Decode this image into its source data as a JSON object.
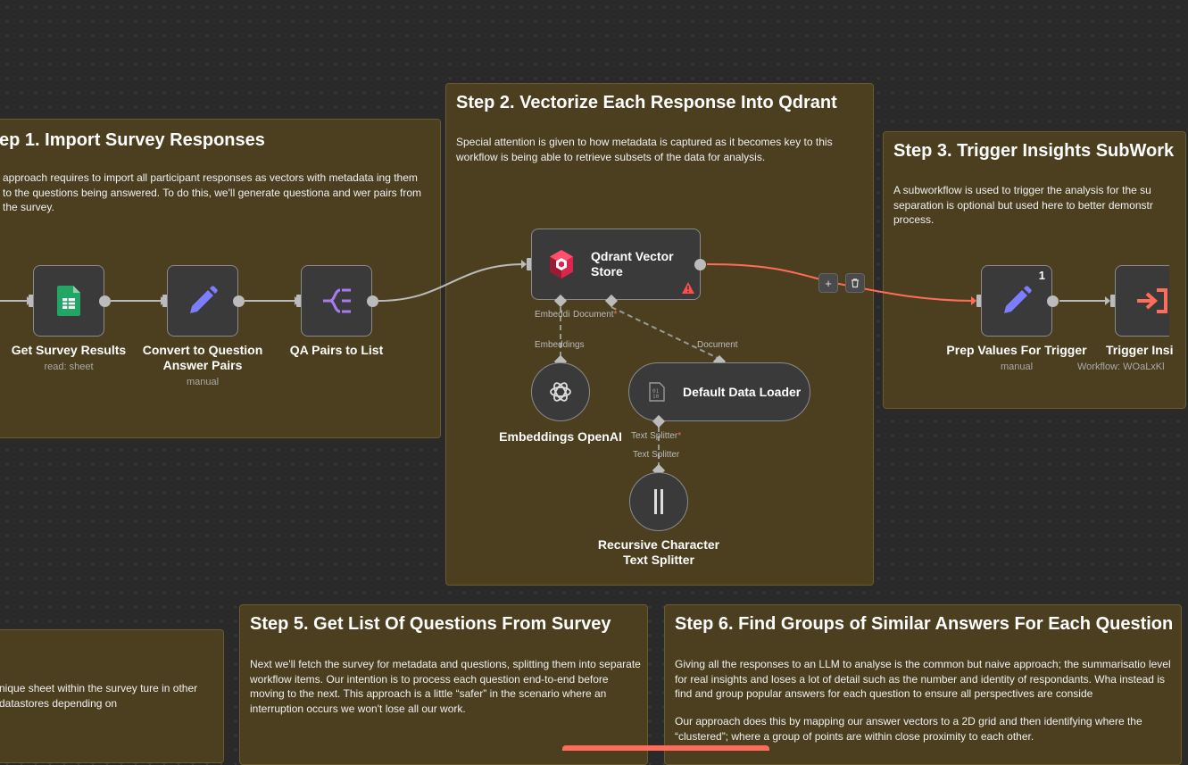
{
  "sticky_notes": {
    "step1": {
      "title": "ep 1. Import Survey Responses",
      "body": "approach requires to import all participant responses as vectors with metadata ing them to the questions being answered. To do this, we'll generate questiona and wer pairs from the survey."
    },
    "step2": {
      "title": "Step 2. Vectorize Each Response Into Qdrant",
      "body": "Special attention is given to how metadata is captured as it becomes key to this workflow is being able to retrieve subsets of the data for analysis."
    },
    "step3": {
      "title": "Step 3. Trigger Insights SubWork",
      "body": "A subworkflow is used to trigger the analysis for the su separation is optional but used here to better demonstr process."
    },
    "step4": {
      "body": "nique sheet within the survey ture in other datastores depending on"
    },
    "step5": {
      "title": "Step 5. Get List Of Questions From Survey",
      "body": "Next we'll fetch the survey for metadata and questions, splitting them into separate workflow items. Our intention is to process each question end-to-end before moving to the next. This approach is a little “safer” in the scenario where an interruption occurs we won't lose all our work."
    },
    "step6": {
      "title": "Step 6. Find Groups of Similar Answers For Each Question",
      "body1": "Giving all the responses to an LLM to analyse is the common but naive approach; the summarisatio level for real insights and loses a lot of detail such as the number and identity of respondants. Wha instead is find and group popular answers for each question to ensure all perspectives are conside",
      "body2": "Our approach does this by mapping our answer vectors to a 2D grid and then identifying where the “clustered”; where a group of points are within close proximity to each other."
    }
  },
  "nodes": {
    "get_survey": {
      "label": "Get Survey Results",
      "sub": "read: sheet",
      "icon": "google-sheets-icon"
    },
    "convert_qa": {
      "label": "Convert to Question Answer Pairs",
      "sub": "manual",
      "icon": "pencil-icon"
    },
    "qa_list": {
      "label": "QA Pairs to List",
      "icon": "split-out-icon"
    },
    "qdrant": {
      "label": "Qdrant Vector Store",
      "icon": "qdrant-icon",
      "warning_icon": "warning-icon",
      "port_embeddings": "Embeddi",
      "port_document": "Document",
      "required_mark": "*"
    },
    "embeddings": {
      "label": "Embeddings OpenAI",
      "port": "Embeddings",
      "icon": "openai-icon"
    },
    "data_loader": {
      "label": "Default Data Loader",
      "port": "Document",
      "port_text": "Text Splitter",
      "required_mark": "*",
      "icon": "binary-file-icon"
    },
    "text_splitter": {
      "label": "Recursive Character Text Splitter",
      "port": "Text Splitter",
      "icon": "text-splitter-icon"
    },
    "prep_values": {
      "label": "Prep Values For Trigger",
      "sub": "manual",
      "badge": "1",
      "icon": "pencil-icon"
    },
    "trigger_insights": {
      "label": "Trigger Insi",
      "sub": "Workflow: WOaLxKl",
      "icon": "execute-workflow-icon"
    }
  },
  "connection_actions": {
    "add": "+",
    "delete": "🗑"
  },
  "colors": {
    "canvas": "#2a2a2a",
    "sticky": "#4b3f1f",
    "node": "#3a3a3a",
    "active_connection": "#ff6d5a",
    "sheets_green": "#23a566",
    "pencil_purple": "#7b7fff",
    "trigger_orange": "#ff6d5a"
  }
}
